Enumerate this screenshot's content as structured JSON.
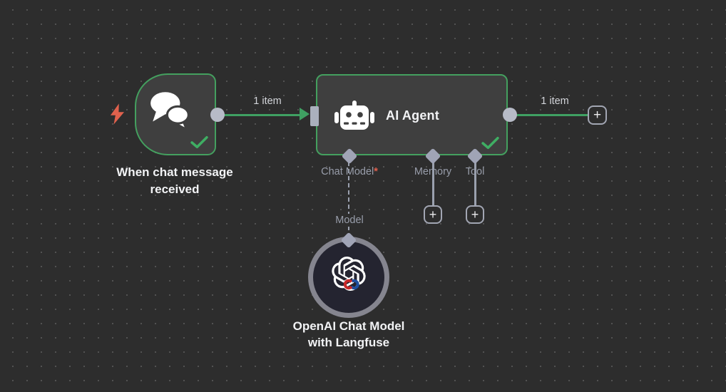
{
  "canvas": {
    "background": "#2d2d2d",
    "dot_color": "#525252"
  },
  "colors": {
    "node_fill": "#3f3f3f",
    "success_green": "#44a05f",
    "connector_gray": "#a0a4b6",
    "label_gray": "#989daa",
    "text_white": "#f2f3f5",
    "trigger_bolt_red": "#e0614d",
    "required_red": "#e0604e",
    "model_node_fill": "#242430",
    "model_node_ring": "#85858f",
    "langfuse_red": "#c62828",
    "langfuse_blue": "#1e4fa0"
  },
  "nodes": {
    "trigger": {
      "label": "When chat message received",
      "status": "success"
    },
    "agent": {
      "title": "AI Agent",
      "status": "success",
      "ports": [
        {
          "label": "Chat Model",
          "required_mark": "*"
        },
        {
          "label": "Memory"
        },
        {
          "label": "Tool"
        }
      ]
    },
    "model": {
      "label_line1": "OpenAI Chat Model",
      "label_line2": "with Langfuse"
    }
  },
  "connections": {
    "trigger_to_agent": {
      "label": "1 item"
    },
    "agent_output": {
      "label": "1 item"
    },
    "model_link": {
      "label": "Model"
    }
  },
  "buttons": {
    "plus_label": "+"
  }
}
